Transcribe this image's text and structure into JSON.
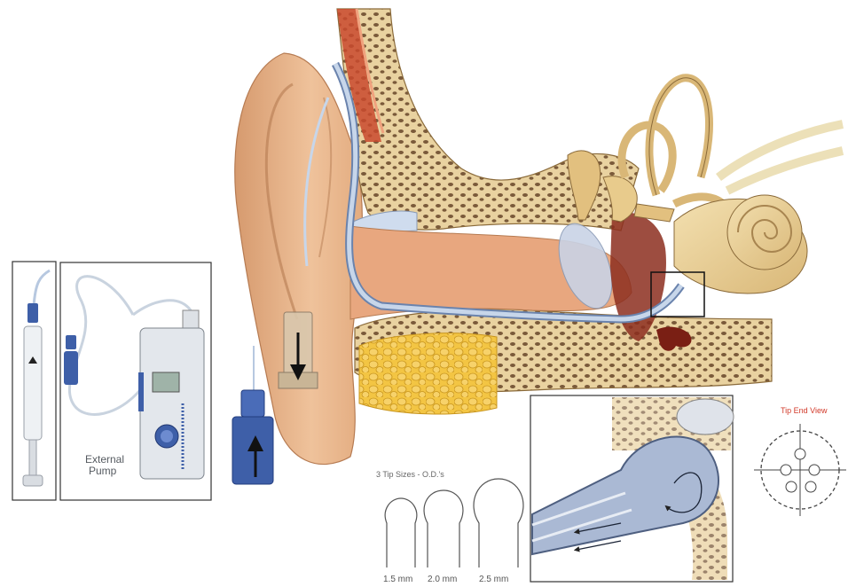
{
  "labels": {
    "pump_line1": "External",
    "pump_line2": "Pump",
    "tip_sizes_title": "3 Tip Sizes - O.D.'s",
    "tip_end_view": "Tip End View"
  },
  "tip_sizes": [
    "1.5 mm",
    "2.0 mm",
    "2.5 mm"
  ],
  "colors": {
    "skin": "#e9b98e",
    "bone": "#e6c88a",
    "fat": "#f1c247",
    "catheter": "#b9cbe3",
    "connector": "#3e5fa8",
    "outline": "#333333",
    "accent_red": "#d23a2a"
  }
}
